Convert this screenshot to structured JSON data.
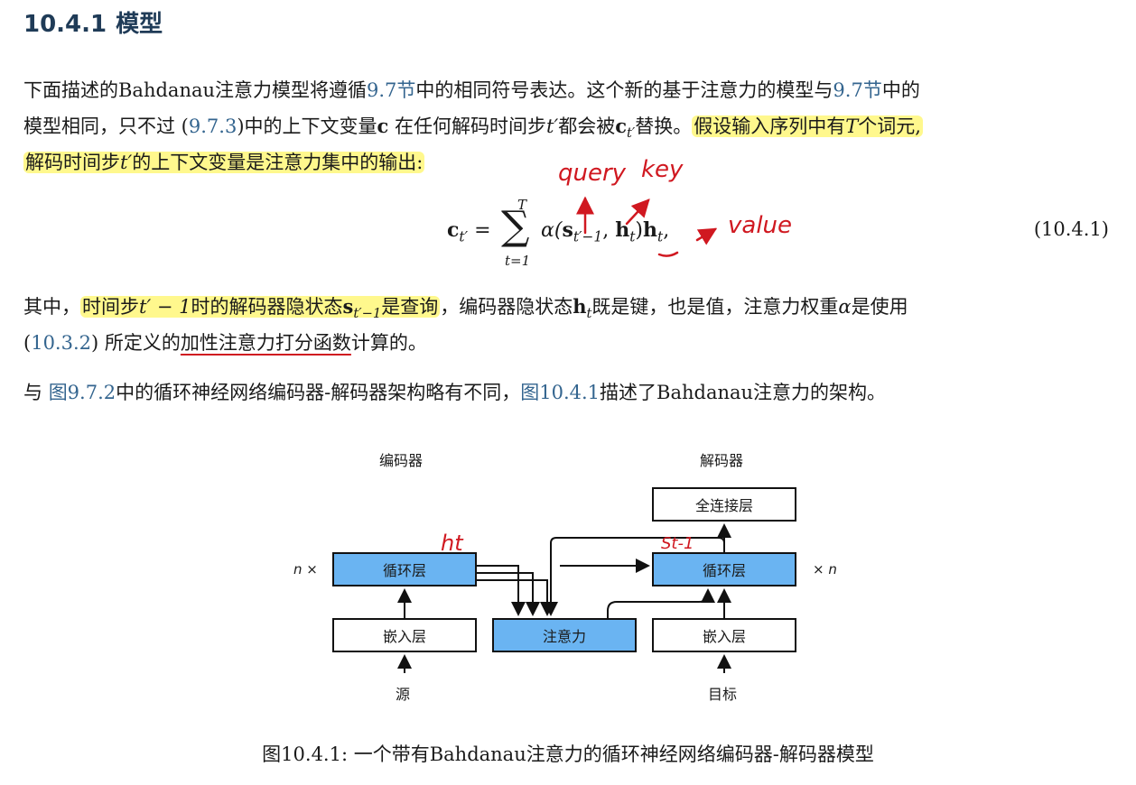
{
  "section": {
    "number": "10.4.1",
    "title": "模型"
  },
  "paragraph1": {
    "line1_a": "下面描述的Bahdanau注意力模型将遵循",
    "link_section_a": "9.7节",
    "line1_b": "中的相同符号表达。这个新的基于注意力的模型与",
    "link_section_b": "9.7节",
    "line1_c": "中的",
    "line2_a": "模型相同，只不过 (",
    "link_eq": "9.7.3",
    "line2_b": ")中的上下文变量",
    "var_c": "c",
    "line2_c": " 在任何解码时间步",
    "var_tprime": "t′",
    "line2_d": "都会被",
    "var_c_sub": "t′",
    "line2_e": "替换。",
    "hl_a": "假设输入序列中有",
    "var_T": "T",
    "hl_b": "个词元,",
    "line3_a": "解码时间步",
    "line3_b": "的上下文变量是注意力集中的输出:"
  },
  "equation": {
    "lhs_c": "c",
    "lhs_sub": "t′",
    "equals": "=",
    "sum_top": "T",
    "sum_symbol": "∑",
    "sum_bottom": "t=1",
    "alpha": "α(",
    "s": "s",
    "s_sub": "t′−1",
    "comma": ", ",
    "h": "h",
    "h_sub": "t",
    "close": ")",
    "h2": "h",
    "h2_sub": "t",
    "trail": ",",
    "number": "(10.4.1)"
  },
  "paragraph2": {
    "line1_a": "其中，",
    "hl_a": "时间步",
    "hl_var": "t′ − 1",
    "hl_b": "时的解码器隐状态",
    "hl_s": "s",
    "hl_s_sub": "t′−1",
    "hl_c": "是查询",
    "line1_b": "，编码器隐状态",
    "h": "h",
    "h_sub": "t",
    "line1_c": "既是键，也是值，注意力权重",
    "alpha": "α",
    "line1_d": "是使用",
    "line2_a": "(",
    "link_eq": "10.3.2",
    "line2_b": ") 所定义的",
    "underlined": "加性注意力打分函数",
    "line2_c": "计算的。"
  },
  "paragraph3": {
    "line_a": "与 ",
    "link_fig_a": "图9.7.2",
    "line_b": "中的循环神经网络编码器-解码器架构略有不同，",
    "link_fig_b": "图10.4.1",
    "line_c": "描述了Bahdanau注意力的架构。"
  },
  "figure": {
    "encoder_label": "编码器",
    "decoder_label": "解码器",
    "fc_layer": "全连接层",
    "enc_rnn": "循环层",
    "dec_rnn": "循环层",
    "enc_embed": "嵌入层",
    "dec_embed": "嵌入层",
    "attention": "注意力",
    "source": "源",
    "target": "目标",
    "n_left": "n ×",
    "n_right": "× n",
    "caption": "图10.4.1: 一个带有Bahdanau注意力的循环神经网络编码器-解码器模型"
  },
  "annotations": {
    "query": "query",
    "key": "key",
    "value": "value",
    "ht": "ht",
    "st1": "St-1"
  },
  "colors": {
    "heading": "#1f3b57",
    "link": "#34658f",
    "highlight": "#fff550",
    "annotation_red": "#d01820",
    "attention_blue": "#6ab4f2"
  }
}
